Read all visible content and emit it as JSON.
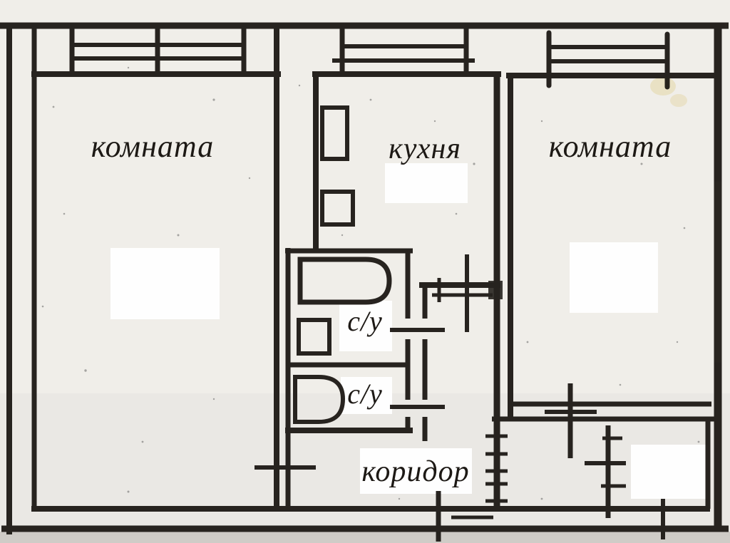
{
  "page": {
    "description": "Scanned black-ink apartment floor plan (2-room flat) on aged paper"
  },
  "colors": {
    "ink": "#1d1915",
    "paper": "#f0eee9",
    "patch": "#fefefe",
    "stain": "#e7ddba"
  },
  "labels": {
    "room_left": "комната",
    "kitchen": "кухня",
    "room_right": "комната",
    "bath_upper": "с/у",
    "bath_lower": "с/у",
    "corridor": "коридор"
  }
}
